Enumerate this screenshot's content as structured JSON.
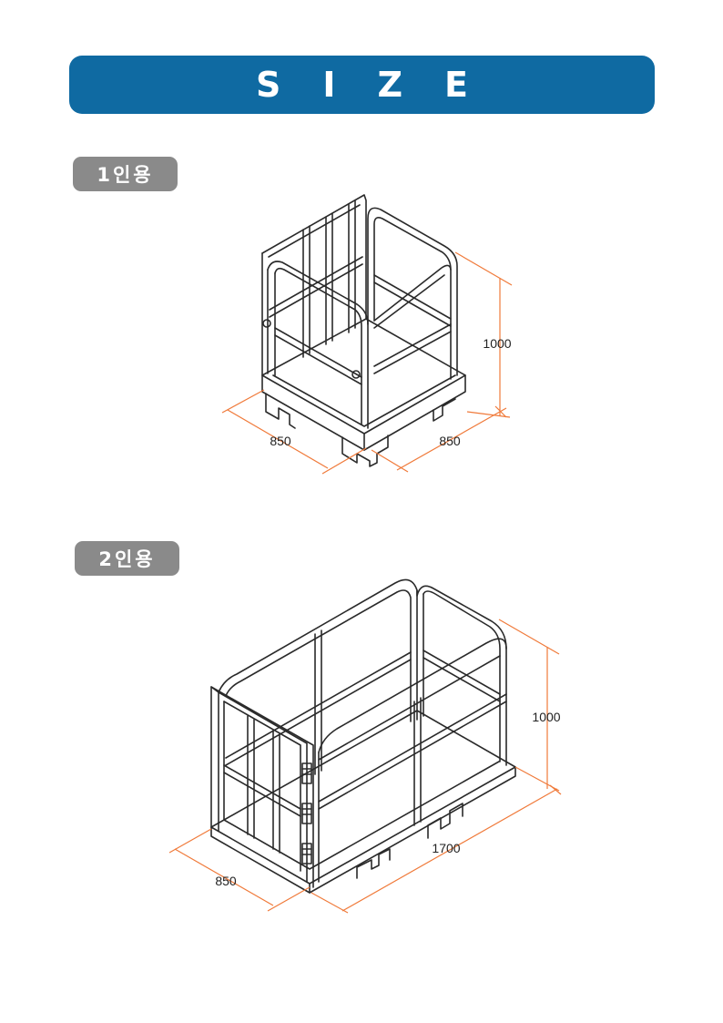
{
  "header": {
    "title": "SIZE"
  },
  "sections": [
    {
      "label": "1인용",
      "dimensions": {
        "height": "1000",
        "width_left": "850",
        "width_right": "850"
      }
    },
    {
      "label": "2인용",
      "dimensions": {
        "height": "1000",
        "length": "1700",
        "width": "850"
      }
    }
  ],
  "colors": {
    "banner": "#0f6aa2",
    "pill": "#8a8a8a",
    "dimension_line": "#f07a3a",
    "drawing": "#2a2a2a"
  }
}
